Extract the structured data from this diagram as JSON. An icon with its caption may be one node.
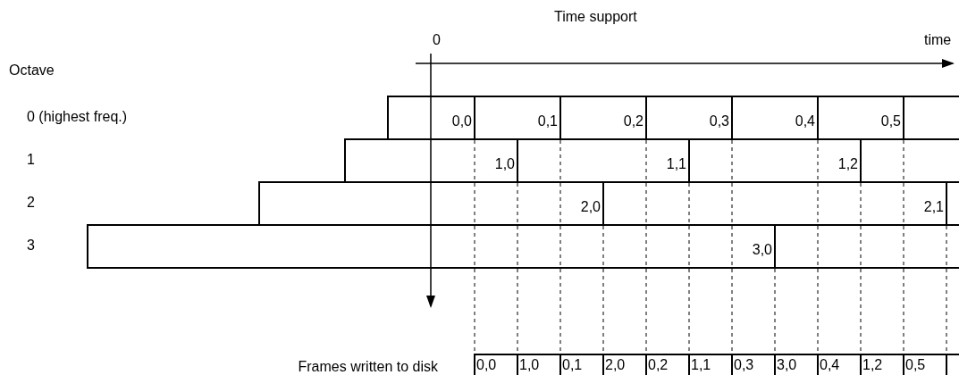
{
  "diagram": {
    "nodes": [
      {
        "text": [
          "0,0"
        ]
      },
      {
        "text": [
          "0,1"
        ]
      },
      {
        "text": [
          "0,2"
        ]
      },
      {
        "text": [
          "0,3"
        ]
      },
      {
        "text": [
          "0,4"
        ]
      },
      {
        "text": [
          "0,5"
        ]
      },
      {
        "text": [],
        "shape": "box"
      },
      {
        "text": [
          "1,0"
        ]
      },
      {
        "text": [
          "1,1"
        ]
      },
      {
        "text": [
          "1,2"
        ]
      },
      {
        "text": [],
        "shape": "box"
      },
      {
        "text": [
          "2,0"
        ]
      },
      {
        "text": [
          "2,1"
        ]
      },
      {
        "text": [],
        "shape": "box"
      },
      {
        "text": [
          "3,0"
        ]
      },
      {
        "text": [],
        "shape": "box"
      },
      {
        "text": [
          "0,0"
        ]
      },
      {
        "text": [
          "1,0"
        ]
      },
      {
        "text": [
          "0,1"
        ]
      },
      {
        "text": [
          "2,0"
        ]
      },
      {
        "text": [
          "0,2"
        ]
      },
      {
        "text": [
          "1,1"
        ]
      },
      {
        "text": [
          "0,3"
        ]
      },
      {
        "text": [
          "3,0"
        ]
      },
      {
        "text": [
          "0,4"
        ]
      },
      {
        "text": [
          "1,2"
        ]
      },
      {
        "text": [
          "0,5"
        ]
      },
      {
        "text": [],
        "shape": "box"
      }
    ],
    "edges": [],
    "labels": [
      "Time support",
      "0",
      "time",
      "Octave",
      "0 (highest freq.)",
      "1",
      "2",
      "3",
      "Frames written to disk"
    ]
  }
}
